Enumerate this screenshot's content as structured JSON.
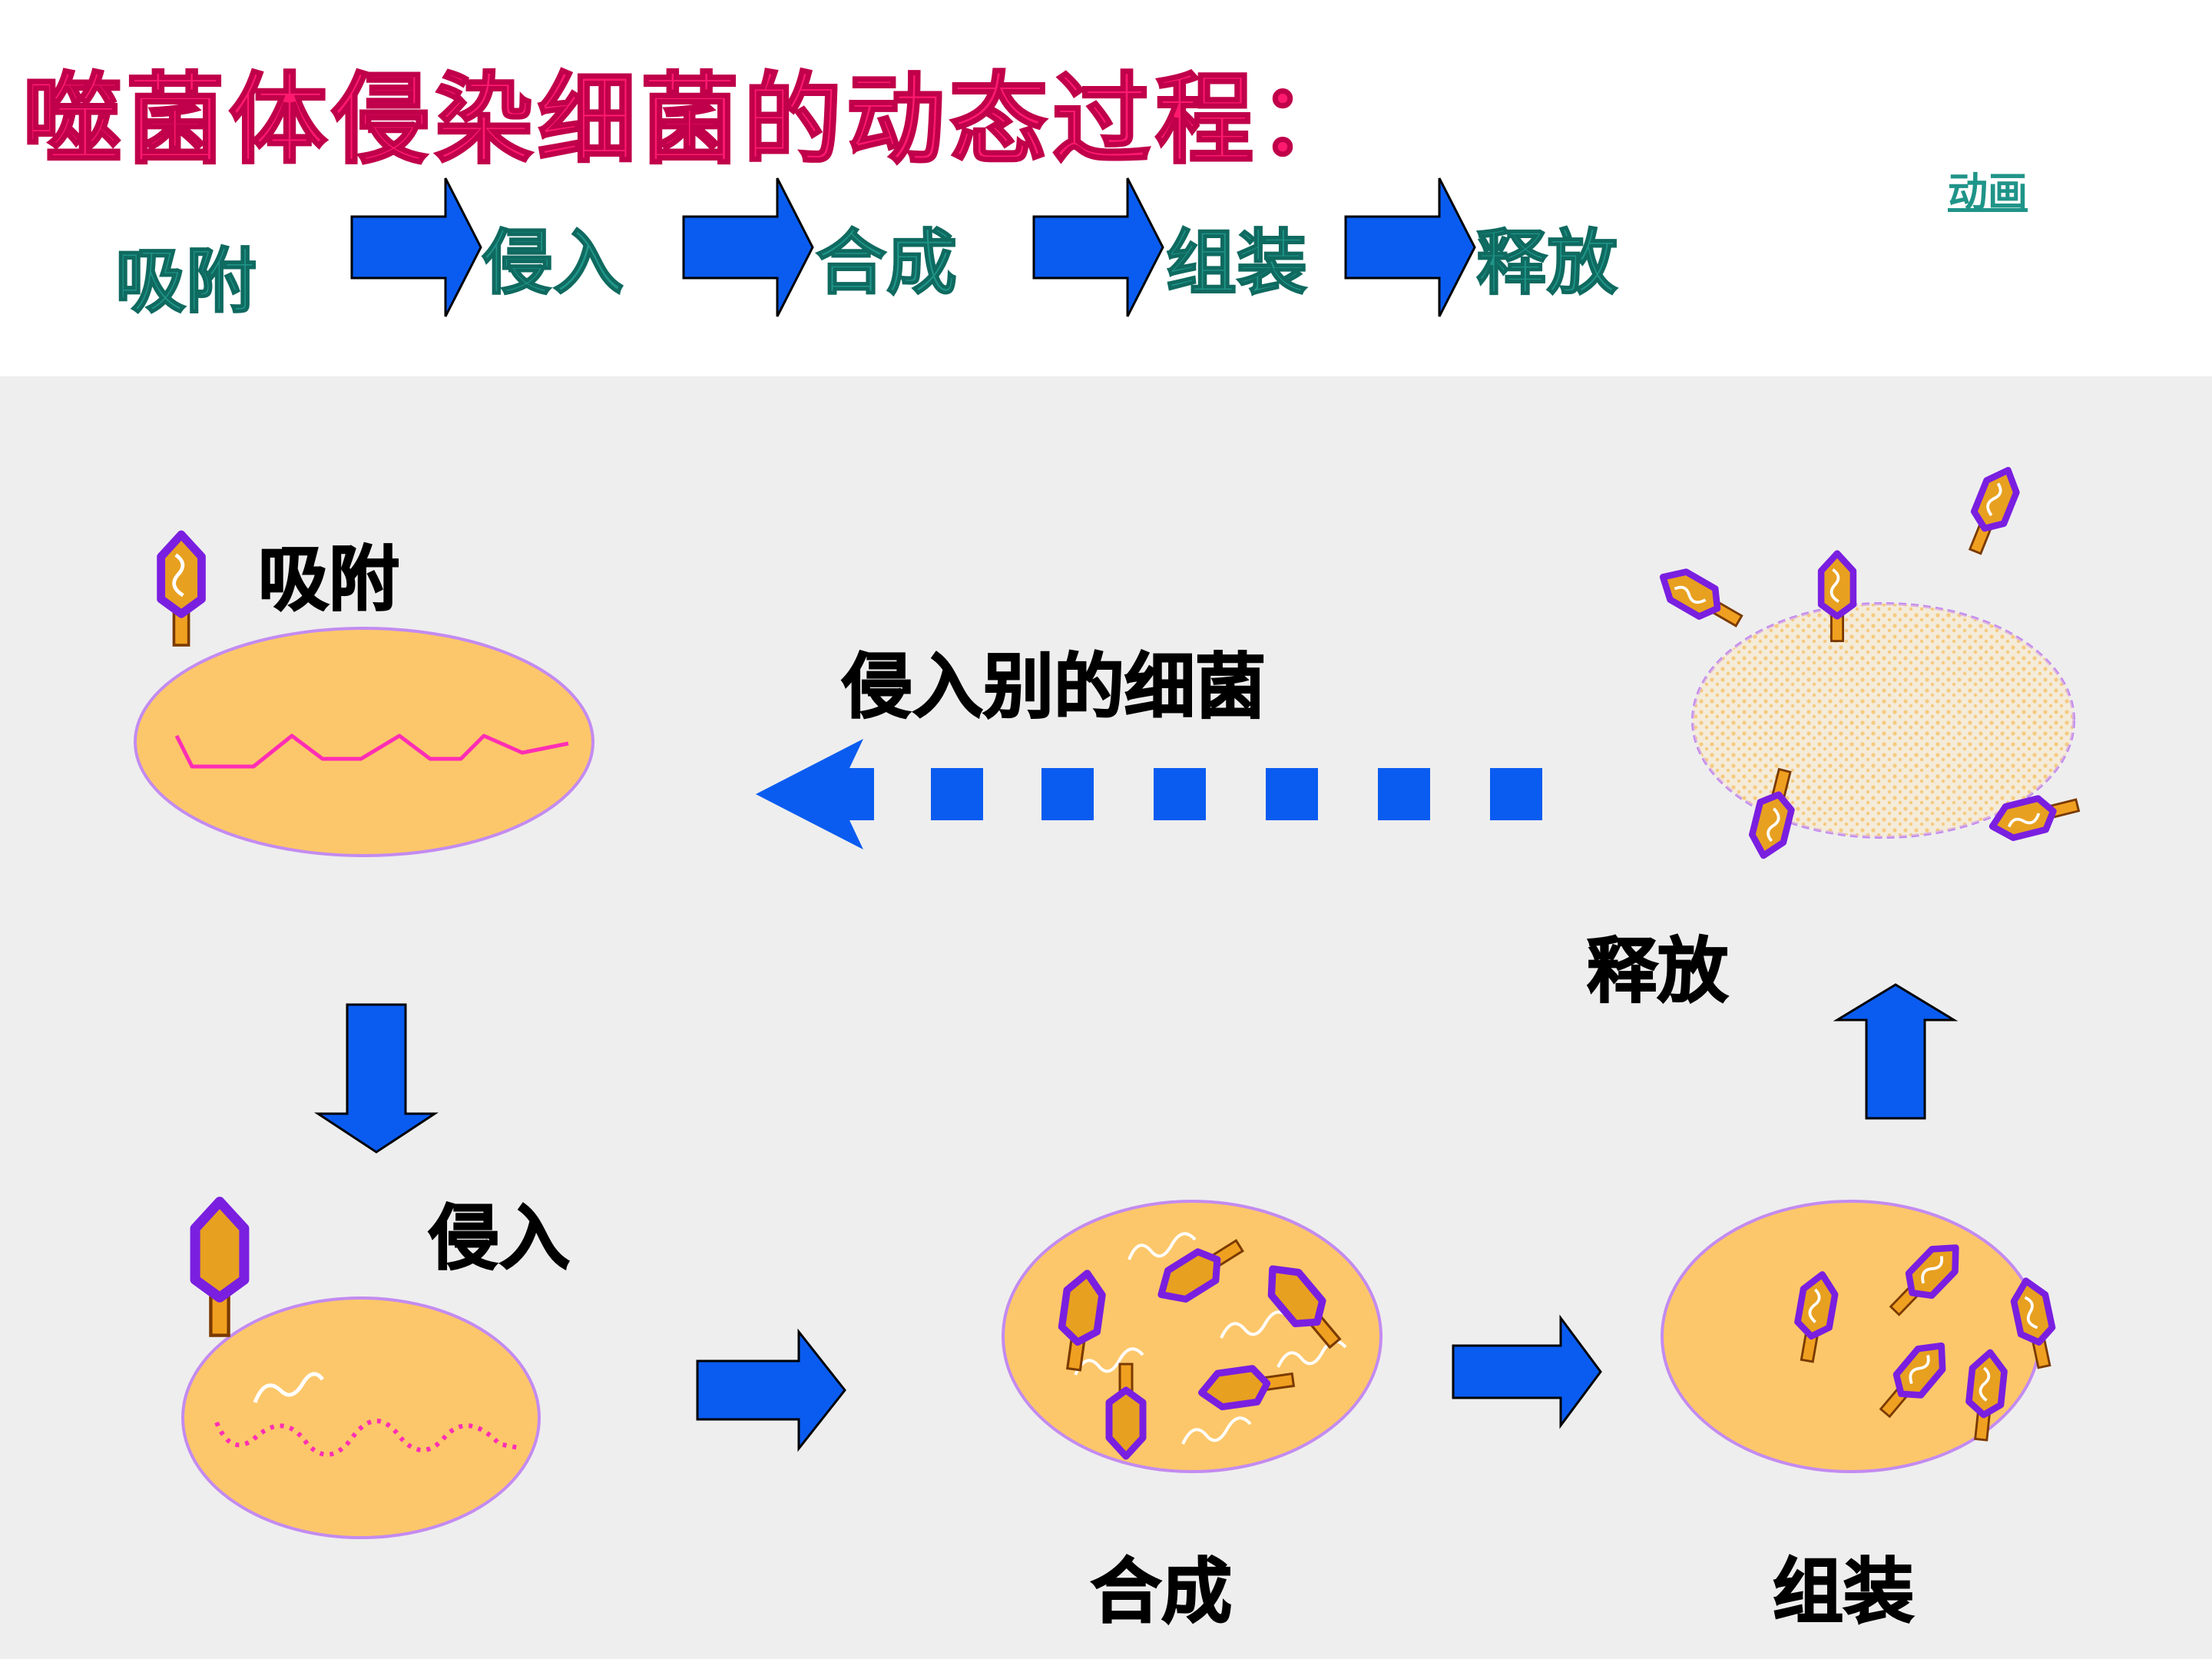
{
  "title": "噬菌体侵染细菌的动态过程：",
  "flow_steps": [
    "吸附",
    "侵入",
    "合成",
    "组装",
    "释放"
  ],
  "animation_link": "动画",
  "stages": {
    "adsorb": "吸附",
    "invade": "侵入",
    "synthesize": "合成",
    "assemble": "组装",
    "release": "释放"
  },
  "loop_label": "侵入别的细菌",
  "colors": {
    "title": "#ff1a6e",
    "flow_text": "#1f9488",
    "arrow": "#0a5cf0",
    "bacterium": "#fcc76a",
    "bacterium_outline": "#c38bf0",
    "phage_head": "#e8a020",
    "phage_outline": "#7a1fe0",
    "lower_background": "#eeeeee"
  }
}
